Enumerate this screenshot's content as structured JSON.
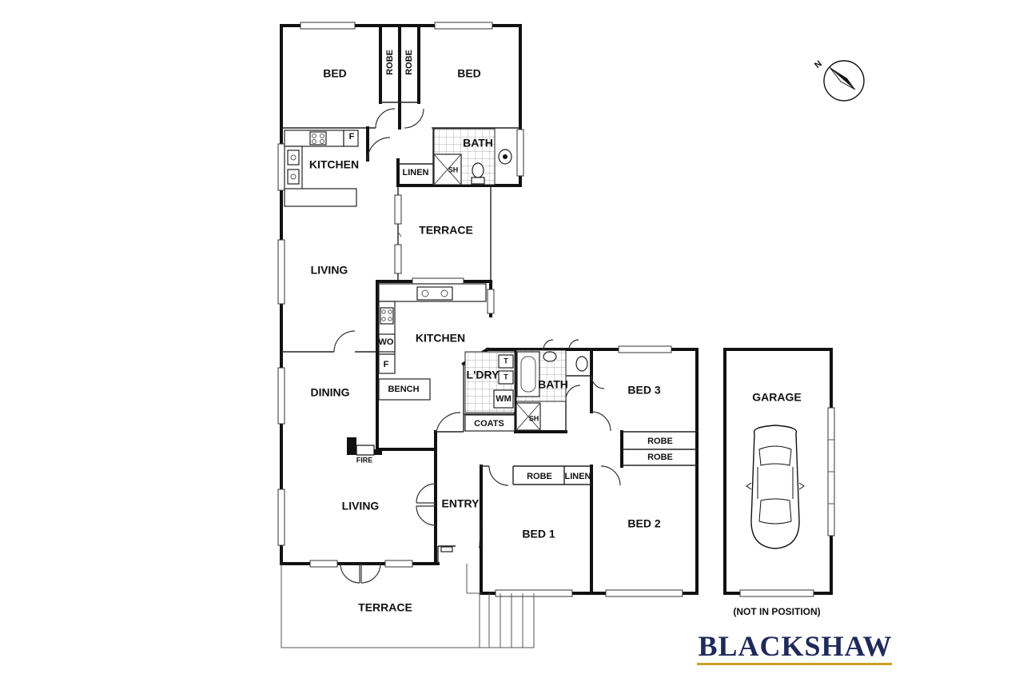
{
  "rooms": {
    "bed_top_left": "BED",
    "robe_v1": "ROBE",
    "robe_v2": "ROBE",
    "bed_top_right": "BED",
    "kitchen_upper": "KITCHEN",
    "fridge_upper": "F",
    "bath_upper": "BATH",
    "linen_upper": "LINEN",
    "sh_upper": "SH",
    "terrace_upper": "TERRACE",
    "living_upper": "LIVING",
    "kitchen_lower": "KITCHEN",
    "wo": "WO",
    "fridge_lower": "F",
    "bench": "BENCH",
    "dining": "DINING",
    "laundry": "L'DRY",
    "tub1": "T",
    "tub2": "T",
    "wm": "WM",
    "bath_lower": "BATH",
    "sh_lower": "SH",
    "coats": "COATS",
    "bed3": "BED 3",
    "robe_bed3": "ROBE",
    "robe_bed2": "ROBE",
    "robe_bed1": "ROBE",
    "linen_lower": "LINEN",
    "fire": "FIRE",
    "entry": "ENTRY",
    "living_lower": "LIVING",
    "bed1": "BED 1",
    "bed2": "BED 2",
    "terrace_lower": "TERRACE",
    "garage": "GARAGE"
  },
  "garage_note": "(NOT IN POSITION)",
  "compass_label": "N",
  "brand": {
    "name": "BLACKSHAW",
    "navy": "#1f2a5a",
    "gold": "#c9a227"
  }
}
